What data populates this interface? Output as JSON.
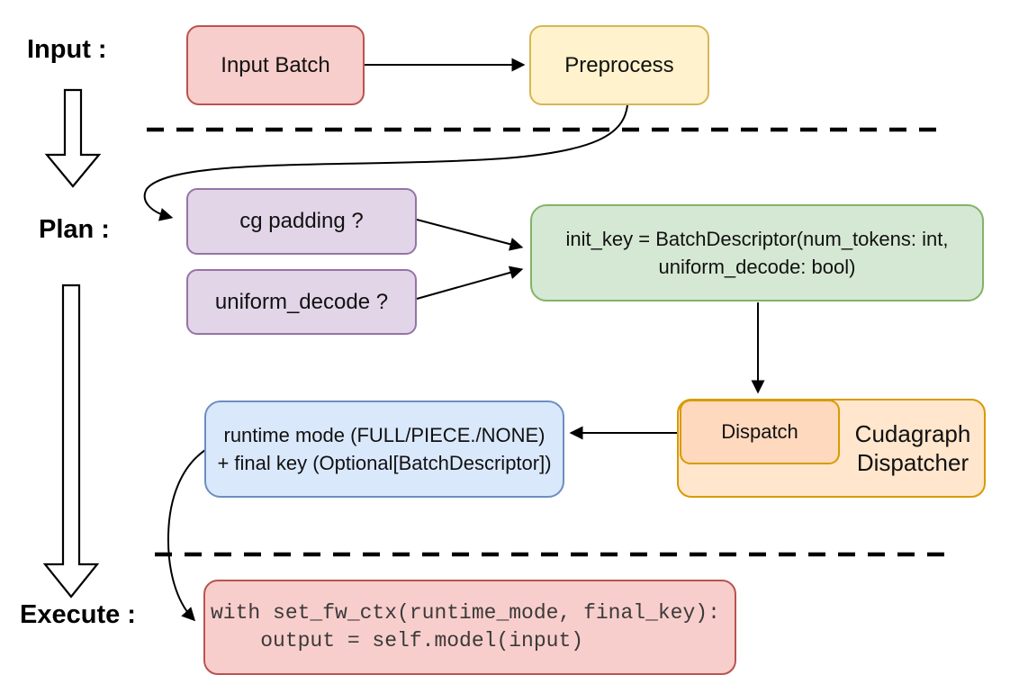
{
  "colors": {
    "red_fill": "#f8cecc",
    "red_stroke": "#b85450",
    "yellow_fill": "#fff2cc",
    "yellow_stroke": "#d6b656",
    "purple_fill": "#e1d5e7",
    "purple_stroke": "#9673a6",
    "green_fill": "#d5e8d4",
    "green_stroke": "#82b366",
    "orange_fill": "#ffe6cc",
    "orange_stroke": "#d79b00",
    "peach_fill": "#ffd9bd",
    "blue_fill": "#dae8fc",
    "blue_stroke": "#6c8ebf"
  },
  "stages": {
    "input_label": "Input :",
    "plan_label": "Plan :",
    "execute_label": "Execute :"
  },
  "nodes": {
    "input_batch": {
      "label": "Input Batch"
    },
    "preprocess": {
      "label": "Preprocess"
    },
    "cg_padding": {
      "label": "cg padding ?"
    },
    "uniform_decode": {
      "label": "uniform_decode ?"
    },
    "init_key": {
      "line1": "init_key = BatchDescriptor(num_tokens: int,",
      "line2": "uniform_decode: bool)"
    },
    "dispatch": {
      "label": "Dispatch"
    },
    "cudagraph_dispatcher": {
      "line1": "Cudagraph",
      "line2": "Dispatcher"
    },
    "runtime_mode": {
      "line1": "runtime mode (FULL/PIECE./NONE)",
      "line2": "+ final key (Optional[BatchDescriptor])"
    },
    "execute_code": {
      "line1": "with set_fw_ctx(runtime_mode, final_key):",
      "line2": "    output = self.model(input)"
    }
  }
}
